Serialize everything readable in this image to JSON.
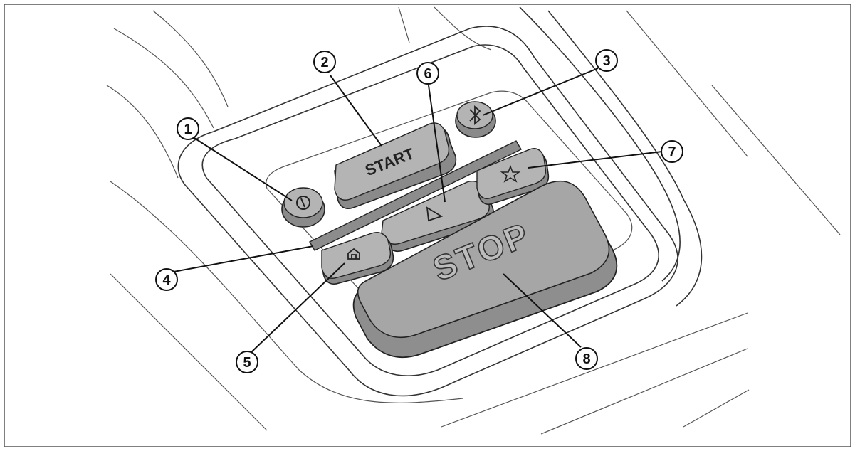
{
  "colors": {
    "button_fill": "#9a9a9a",
    "button_top": "#b4b4b4",
    "stop_fill": "#a6a6a6",
    "outline": "#222222"
  },
  "buttons": {
    "start_label": "START",
    "stop_label": "STOP",
    "power_icon": "power-icon",
    "bluetooth_icon": "bluetooth-icon",
    "play_icon": "play-triangle-icon",
    "favorite_icon": "star-icon",
    "home_icon": "home-icon"
  },
  "callouts": [
    {
      "number": "1"
    },
    {
      "number": "2"
    },
    {
      "number": "3"
    },
    {
      "number": "4"
    },
    {
      "number": "5"
    },
    {
      "number": "6"
    },
    {
      "number": "7"
    },
    {
      "number": "8"
    }
  ]
}
